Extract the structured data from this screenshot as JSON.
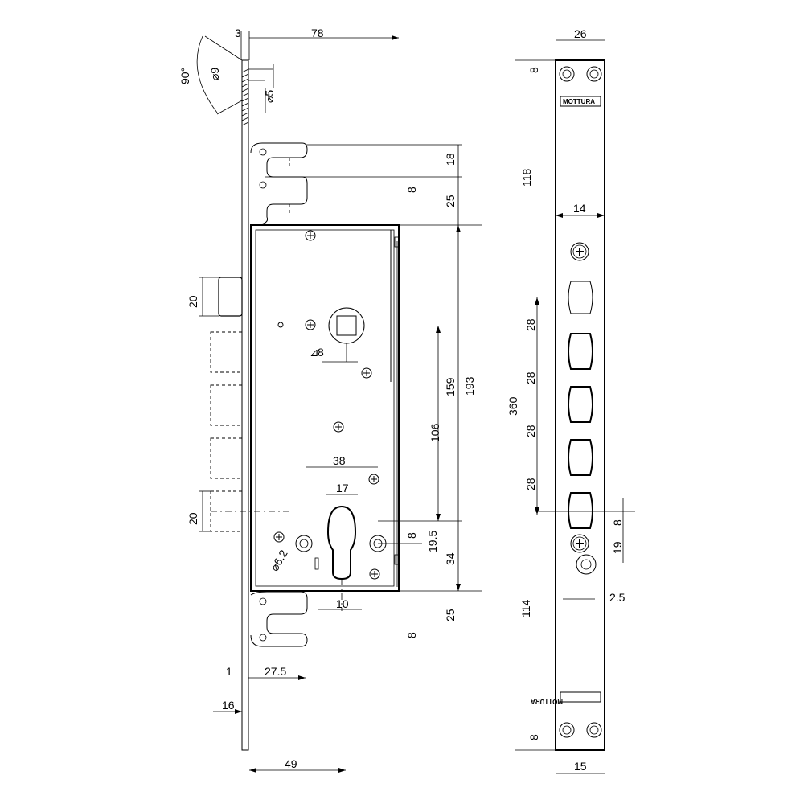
{
  "drawing": {
    "brand_label": "MOTTURA",
    "side_view": {
      "dimensions": {
        "faceplate_thickness": "3",
        "overall_depth": "78",
        "countersink_angle": "90°",
        "countersink_diameter": "⌀9",
        "hole_diameter": "⌀5",
        "hook_spacing": "18",
        "hook_width_top": "8",
        "hook_to_case_top": "25",
        "deadbolt_height": "20",
        "spindle_square": "8",
        "backset_cylinder": "38",
        "cylinder_width": "17",
        "bottom_bolt_height": "20",
        "screw_hole_diameter": "⌀6.2",
        "cylinder_slot_width": "10",
        "spindle_to_cylinder": "106",
        "top_to_cylinder": "159",
        "case_height": "193",
        "hole_spacing_small": "8",
        "hole_offset": "19.5",
        "cylinder_to_case_bottom": "34",
        "hook_to_case_bottom": "25",
        "hook_width_bottom": "8",
        "faceplate_gap": "1",
        "bolt_projection": "27.5",
        "bolt_offset": "16",
        "backset": "49"
      }
    },
    "front_view": {
      "dimensions": {
        "plate_width": "26",
        "top_hole_offset": "8",
        "top_to_screw": "118",
        "bolt_width": "14",
        "bolt_pitch_1": "28",
        "bolt_pitch_2": "28",
        "bolt_pitch_3": "28",
        "bolt_pitch_4": "28",
        "overall_length": "360",
        "lower_hole_spacing": "8",
        "lower_hole_offset": "19",
        "hole_offset_side": "2.5",
        "bottom_to_screw": "114",
        "bottom_hole_offset": "8",
        "bottom_plate_width": "15"
      }
    }
  }
}
